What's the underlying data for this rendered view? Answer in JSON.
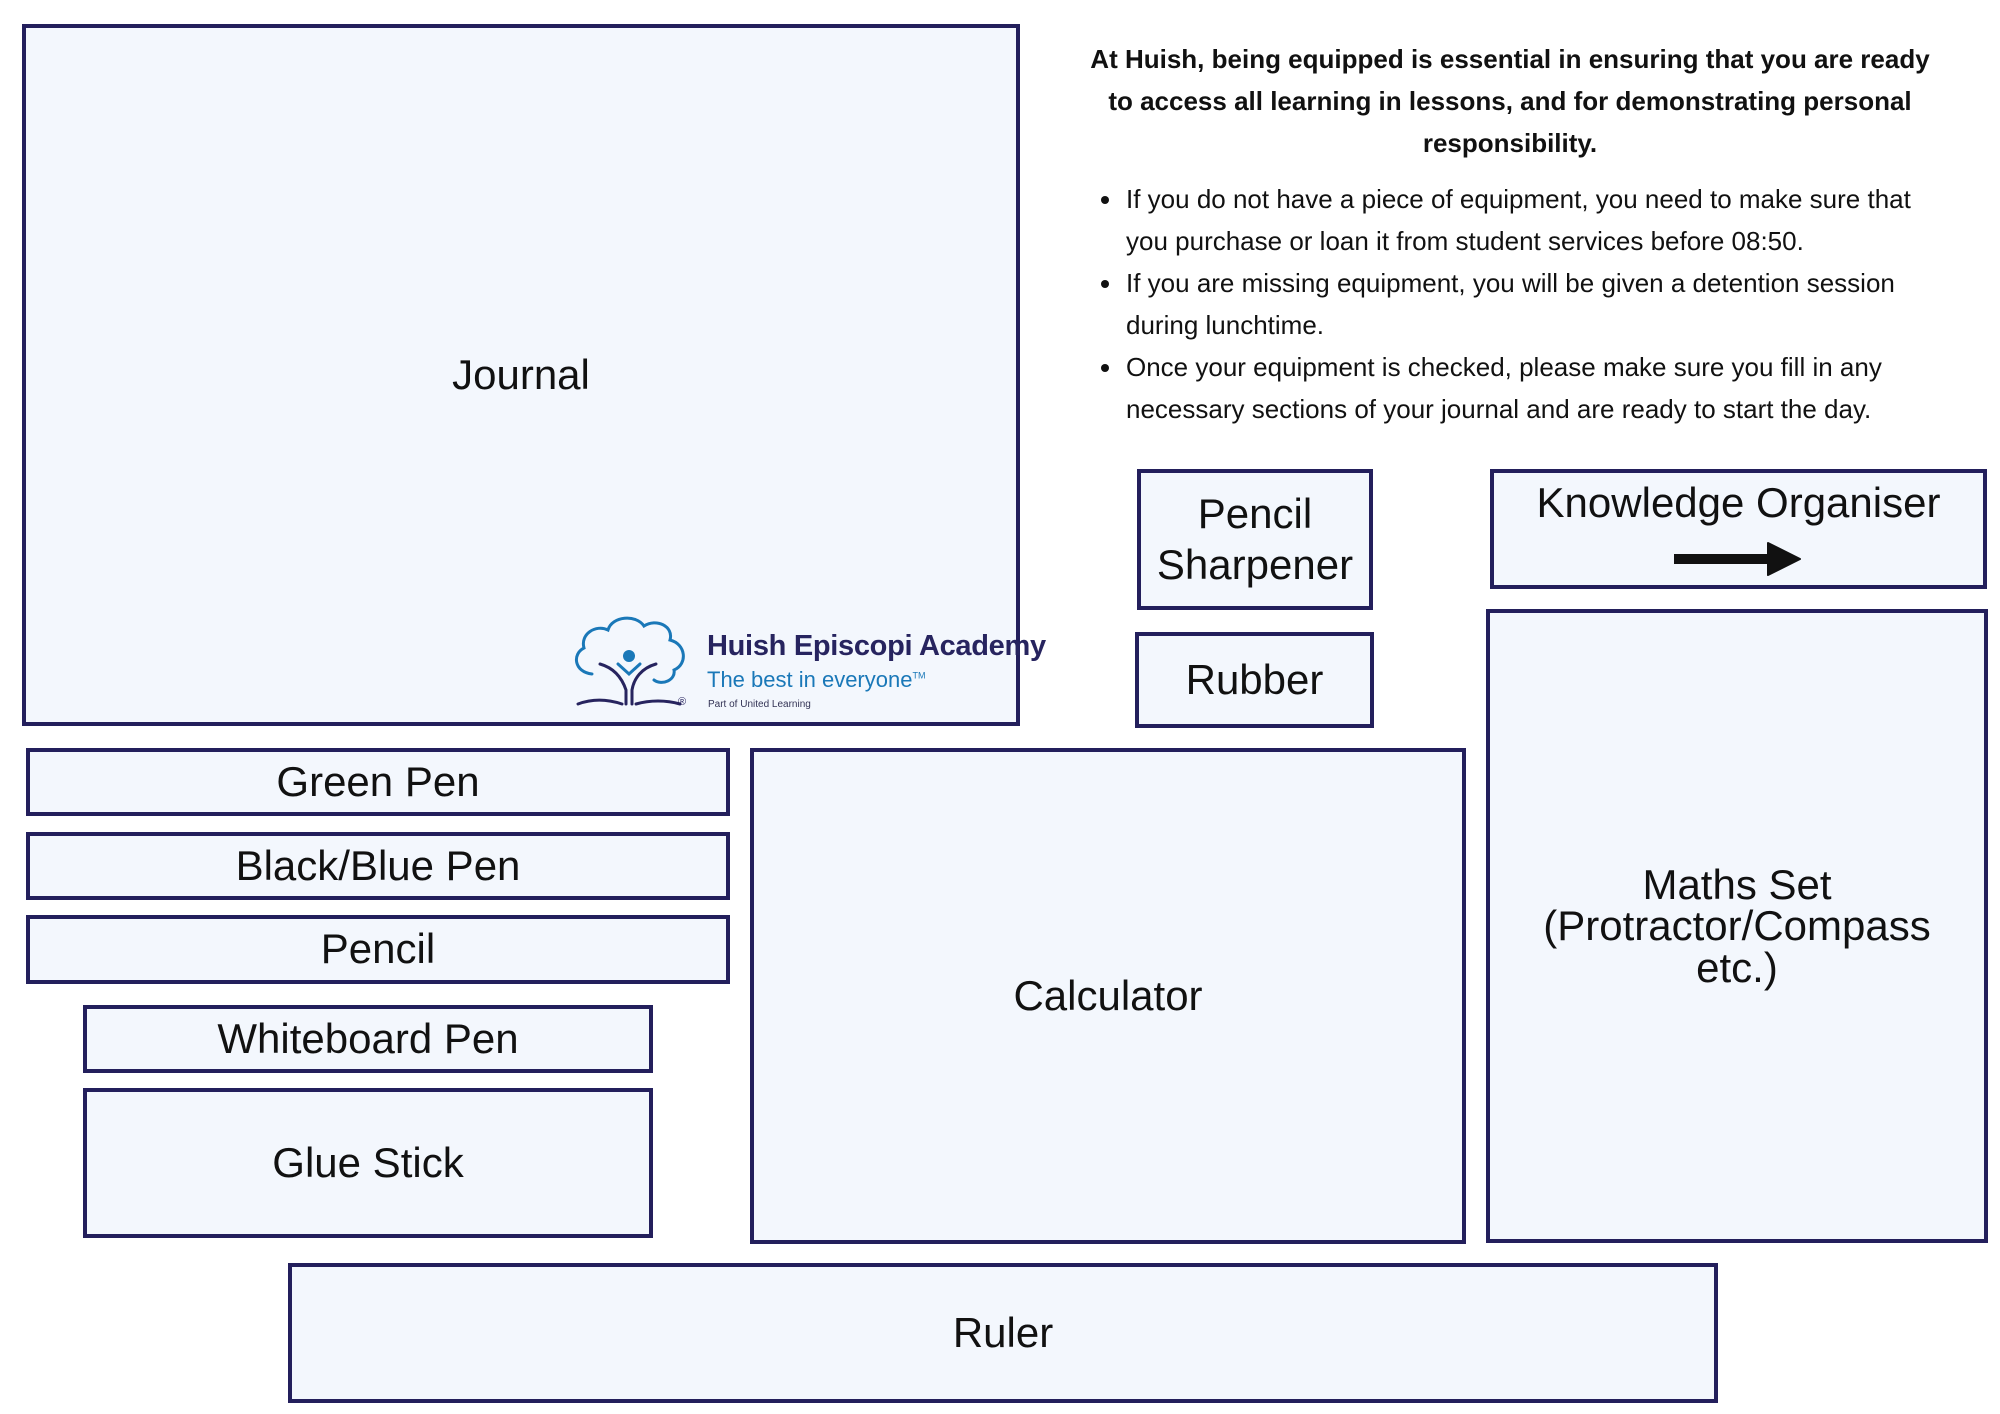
{
  "intro": "At Huish, being equipped is essential in ensuring that you are ready to access all learning in lessons, and for demonstrating personal responsibility.",
  "rules": [
    "If you do not have a piece of equipment, you need to make sure that you purchase or loan it from student services before 08:50.",
    "If you are missing equipment, you will be given a detention session during lunchtime.",
    "Once your equipment is checked, please make sure you fill in any necessary sections of your journal and are ready to start the day."
  ],
  "items": {
    "journal": "Journal",
    "green_pen": "Green Pen",
    "black_blue_pen": "Black/Blue Pen",
    "pencil": "Pencil",
    "whiteboard_pen": "Whiteboard Pen",
    "glue_stick": "Glue Stick",
    "calculator": "Calculator",
    "ruler": "Ruler",
    "pencil_sharpener_line1": "Pencil",
    "pencil_sharpener_line2": "Sharpener",
    "rubber": "Rubber",
    "knowledge_organiser": "Knowledge Organiser",
    "maths_set_line1": "Maths Set",
    "maths_set_line2": "(Protractor/Compass",
    "maths_set_line3": "etc.)"
  },
  "logo": {
    "name": "Huish Episcopi Academy",
    "tagline": "The best in everyone",
    "trademark": "TM",
    "registered": "®",
    "part_of": "Part of United Learning",
    "icon": "tree-person-icon"
  },
  "colors": {
    "border": "#231f5c",
    "box_fill": "#f3f7fd",
    "logo_navy": "#27245f",
    "logo_blue": "#1a78b8"
  },
  "icons": {
    "arrow": "arrow-right-icon"
  }
}
